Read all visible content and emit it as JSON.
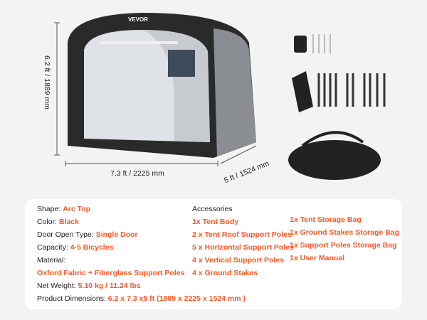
{
  "brand": "VEVOR",
  "dimensions": {
    "height": "6.2 ft / 1889 mm",
    "width": "7.3 ft / 2225 mm",
    "depth": "5 ft / 1524 mm"
  },
  "specs": [
    {
      "label": "Shape: ",
      "value": "Arc Top"
    },
    {
      "label": "Color: ",
      "value": "Black"
    },
    {
      "label": "Door Open Type: ",
      "value": "Single Door"
    },
    {
      "label": "Capacity: ",
      "value": "4-5 Bicycles"
    },
    {
      "label": "Material:",
      "value": ""
    },
    {
      "label": "",
      "value": "Oxford Fabric + Fiberglass Support Poles"
    },
    {
      "label": "Net Weight: ",
      "value": "5.10 kg / 11.24 lbs"
    },
    {
      "label": "Product Dimensions: ",
      "value": "6.2 x 7.3 x5 ft  (1889 x 2225 x 1524 mm )"
    }
  ],
  "accessories_title": "Accessories",
  "accessories_col1": [
    "1x Tent Body",
    "2 x Tent Roof Support Poles",
    "5 x Horizontal Support Poles",
    "4 x Vertical Support Poles",
    "4 x Ground Stakes"
  ],
  "accessories_col2": [
    "1x Tent Storage Bag",
    "1x Ground Stakes Storage Bag",
    "1x Support Poles Storage Bag",
    "1x User Manual"
  ]
}
